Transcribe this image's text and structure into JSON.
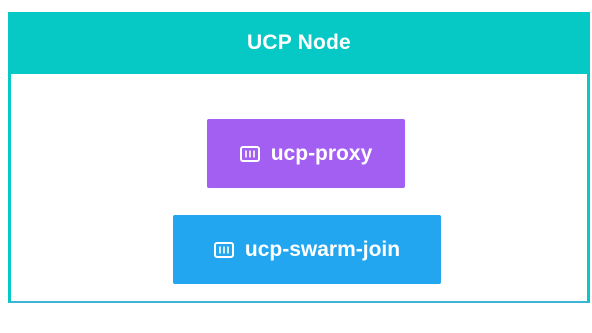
{
  "node": {
    "title": "UCP Node",
    "header_color": "#06c8c4"
  },
  "containers": [
    {
      "label": "ucp-proxy",
      "icon": "container-icon",
      "color": "#a25ff2"
    },
    {
      "label": "ucp-swarm-join",
      "icon": "container-icon",
      "color": "#21a6ef"
    }
  ]
}
